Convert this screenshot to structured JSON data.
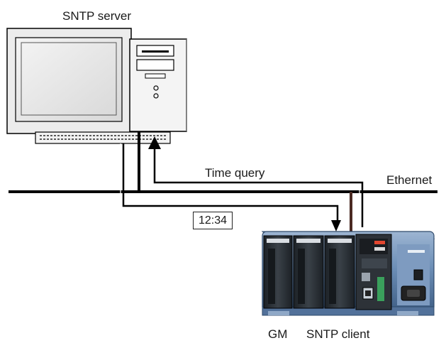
{
  "labels": {
    "server": "SNTP server",
    "query": "Time query",
    "network": "Ethernet",
    "time_value": "12:34",
    "device_prefix": "GM",
    "device_role": "SNTP client"
  },
  "colors": {
    "line": "#000000",
    "monitor_bezel": "#ececec",
    "device_blue": "#6d8fb7",
    "device_blue_dark": "#3f5f86",
    "module_dark": "#2a2f35",
    "cable_brown": "#4a2a22"
  },
  "icons": {
    "server": "desktop-computer-icon",
    "client": "gm-data-logger-icon"
  }
}
